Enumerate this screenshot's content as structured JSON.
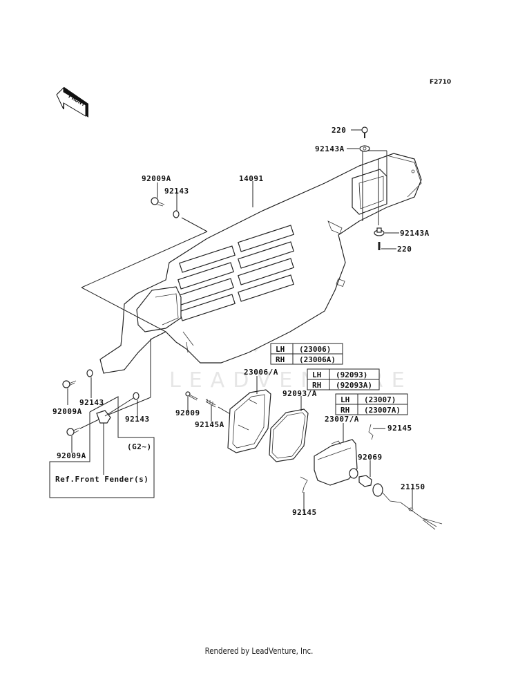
{
  "figure_id": "F2710",
  "front_arrow_label": "FRONT",
  "watermark": "LEADVENTURE",
  "footer": "Rendered by LeadVenture, Inc.",
  "callouts": {
    "c220_top": "220",
    "c92143A_top": "92143A",
    "c14091": "14091",
    "c92009A_top": "92009A",
    "c92143_top": "92143",
    "c92143A_bot": "92143A",
    "c220_bot": "220",
    "c92143_left": "92143",
    "c92009A_left": "92009A",
    "c92143_mid": "92143",
    "c92009A_bot": "92009A",
    "c92009": "92009",
    "c92145A": "92145A",
    "c23006A": "23006/A",
    "c92093A": "92093/A",
    "c23007A": "23007/A",
    "c92145_r": "92145",
    "c92069": "92069",
    "c21150": "21150",
    "c92145_l": "92145",
    "g2_note": "(G2~)",
    "ref_note": "Ref.Front Fender(s)"
  },
  "tables": [
    {
      "rows": [
        {
          "side": "LH",
          "part": "(23006)"
        },
        {
          "side": "RH",
          "part": "(23006A)"
        }
      ]
    },
    {
      "rows": [
        {
          "side": "LH",
          "part": "(92093)"
        },
        {
          "side": "RH",
          "part": "(92093A)"
        }
      ]
    },
    {
      "rows": [
        {
          "side": "LH",
          "part": "(23007)"
        },
        {
          "side": "RH",
          "part": "(23007A)"
        }
      ]
    }
  ]
}
